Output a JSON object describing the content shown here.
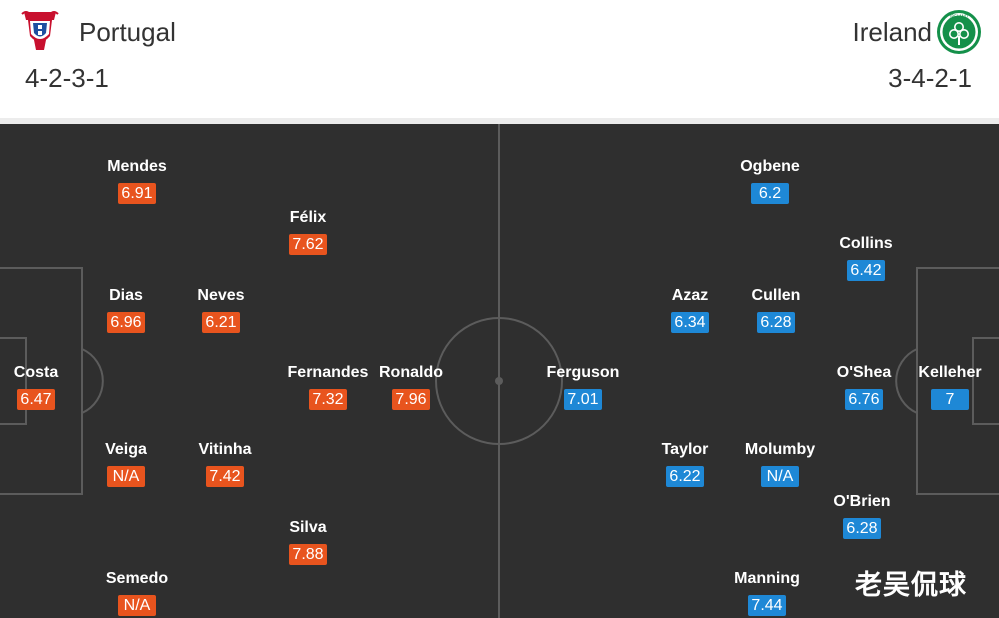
{
  "home": {
    "name": "Portugal",
    "formation": "4-2-3-1",
    "accent_color": "#e8541e",
    "crest_icon": "portugal-crest-icon",
    "players": [
      {
        "name": "Mendes",
        "rating": "6.91"
      },
      {
        "name": "Félix",
        "rating": "7.62"
      },
      {
        "name": "Dias",
        "rating": "6.96"
      },
      {
        "name": "Neves",
        "rating": "6.21"
      },
      {
        "name": "Costa",
        "rating": "6.47"
      },
      {
        "name": "Fernandes",
        "rating": "7.32"
      },
      {
        "name": "Ronaldo",
        "rating": "7.96"
      },
      {
        "name": "Veiga",
        "rating": "N/A"
      },
      {
        "name": "Vitinha",
        "rating": "7.42"
      },
      {
        "name": "Silva",
        "rating": "7.88"
      },
      {
        "name": "Semedo",
        "rating": "N/A"
      }
    ]
  },
  "away": {
    "name": "Ireland",
    "formation": "3-4-2-1",
    "accent_color": "#1e88d6",
    "crest_icon": "ireland-crest-icon",
    "crest_text": "IRELAND",
    "players": [
      {
        "name": "Ogbene",
        "rating": "6.2"
      },
      {
        "name": "Collins",
        "rating": "6.42"
      },
      {
        "name": "Azaz",
        "rating": "6.34"
      },
      {
        "name": "Cullen",
        "rating": "6.28"
      },
      {
        "name": "Ferguson",
        "rating": "7.01"
      },
      {
        "name": "O'Shea",
        "rating": "6.76"
      },
      {
        "name": "Kelleher",
        "rating": "7"
      },
      {
        "name": "Taylor",
        "rating": "6.22"
      },
      {
        "name": "Molumby",
        "rating": "N/A"
      },
      {
        "name": "O'Brien",
        "rating": "6.28"
      },
      {
        "name": "Manning",
        "rating": "7.44"
      }
    ]
  },
  "watermark": "老吴侃球"
}
